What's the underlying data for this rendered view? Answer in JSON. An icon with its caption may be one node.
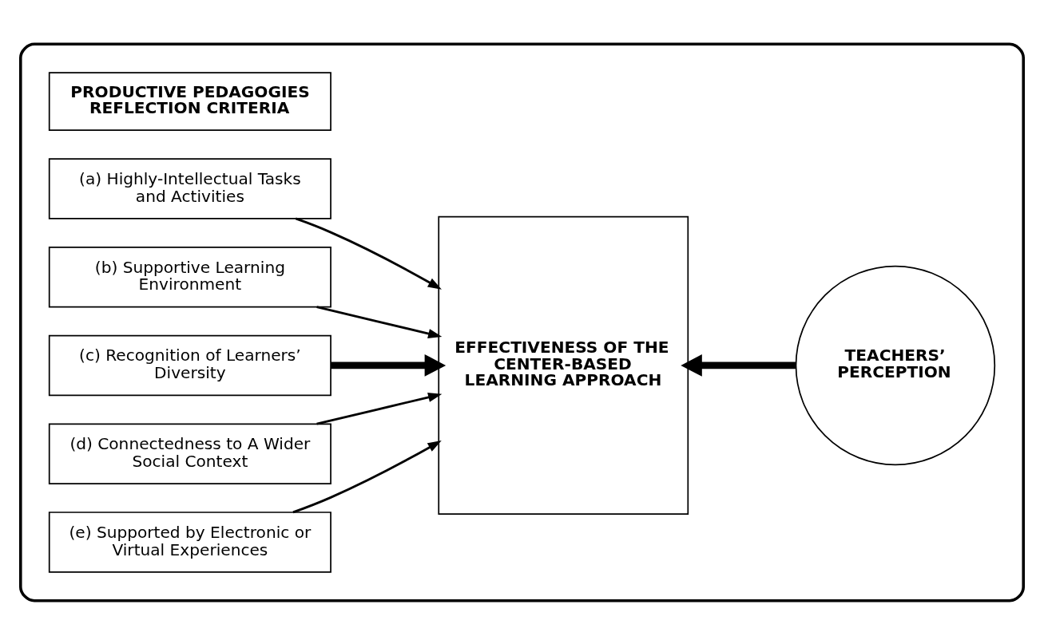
{
  "diagram": {
    "nodes": [
      {
        "text": [],
        "shape": "box"
      },
      {
        "text": [
          "PRODUCTIVE PEDAGOGIES REFLECTION CRITERIA"
        ],
        "in": 0
      },
      {
        "text": [
          "(a) Highly-Intellectual Tasks and Activities"
        ],
        "in": 0
      },
      {
        "text": [
          "(b) Supportive Learning Environment"
        ],
        "in": 0
      },
      {
        "text": [
          "(c) Recognition of Learners’ Diversity"
        ],
        "in": 0
      },
      {
        "text": [
          "(d) Connectedness to A Wider Social Context"
        ],
        "in": 0
      },
      {
        "text": [
          "(e) Supported by Electronic or Virtual Experiences"
        ],
        "in": 0
      },
      {
        "text": [
          "EFFECTIVENESS OF THE CENTER-BASED LEARNING APPROACH"
        ],
        "in": 0
      },
      {
        "text": [
          "TEACHERS’ PERCEPTION"
        ],
        "in": 0
      }
    ],
    "edges": [
      {
        "from": 2,
        "to": 7,
        "arrow": "to"
      },
      {
        "from": 3,
        "to": 7,
        "arrow": "to"
      },
      {
        "from": 4,
        "to": 7,
        "arrow": "to",
        "style": "thick"
      },
      {
        "from": 5,
        "to": 7,
        "arrow": "to"
      },
      {
        "from": 6,
        "to": 7,
        "arrow": "to"
      },
      {
        "from": 8,
        "to": 7,
        "arrow": "to",
        "style": "thick"
      }
    ]
  }
}
